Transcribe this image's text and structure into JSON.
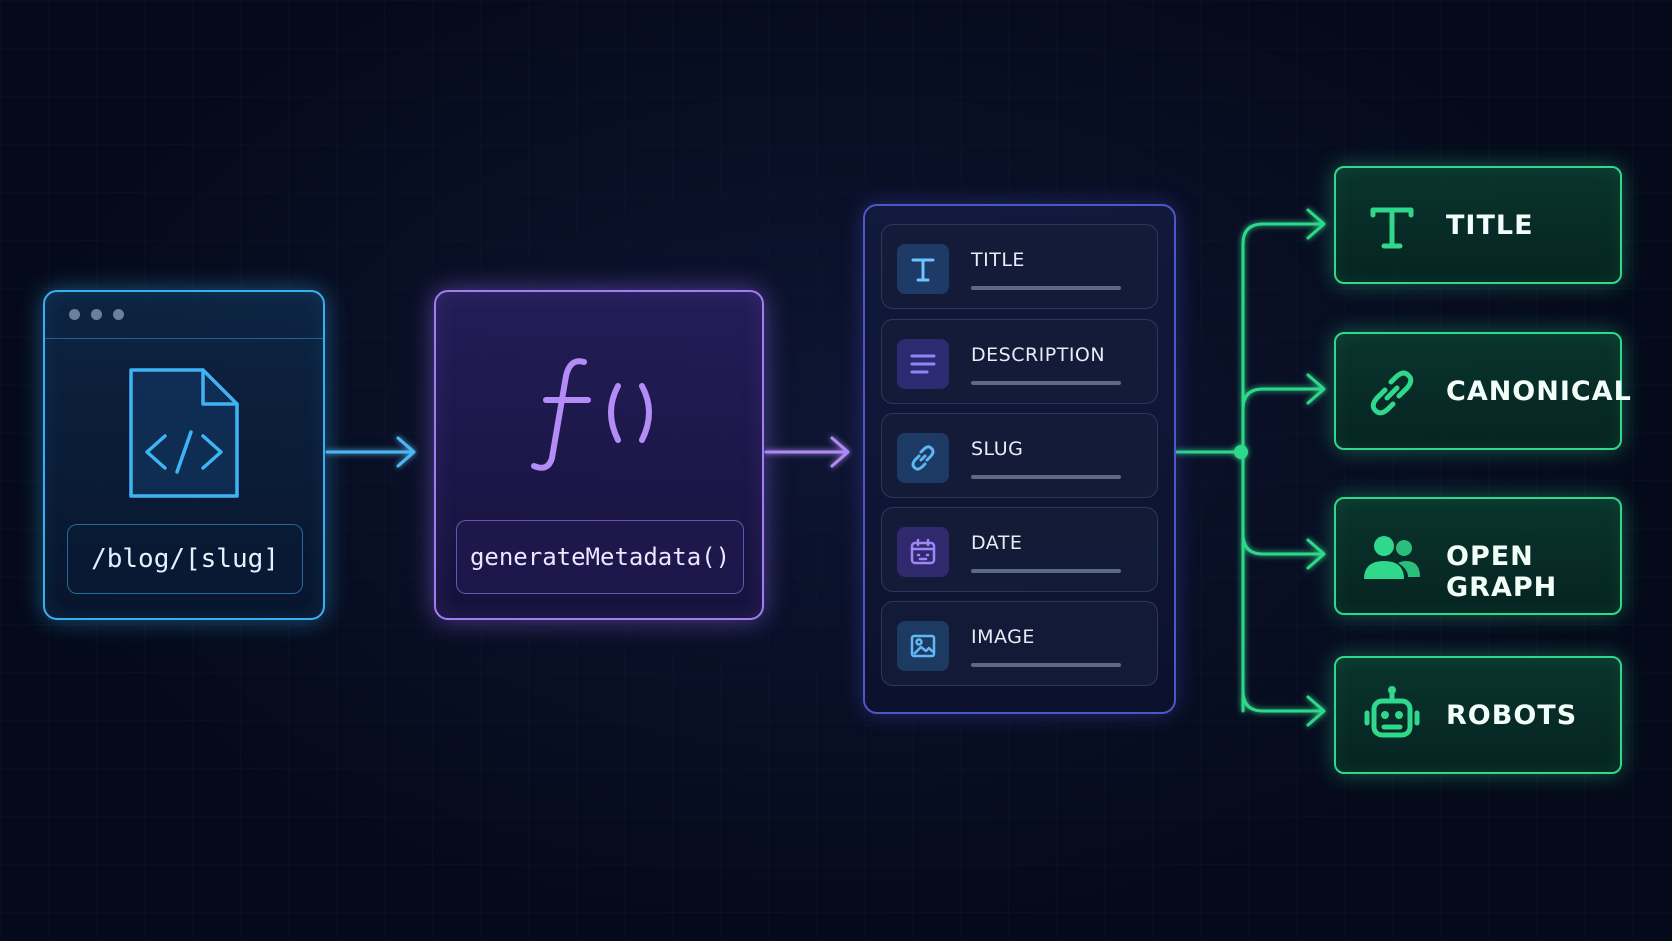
{
  "source": {
    "route": "/blog/[slug]",
    "icon": "code-file-icon"
  },
  "function": {
    "symbol": "f()",
    "call": "generateMetadata()"
  },
  "fields": [
    {
      "label": "TITLE",
      "icon": "text-t-icon"
    },
    {
      "label": "DESCRIPTION",
      "icon": "text-lines-icon"
    },
    {
      "label": "SLUG",
      "icon": "link-icon"
    },
    {
      "label": "DATE",
      "icon": "calendar-icon"
    },
    {
      "label": "IMAGE",
      "icon": "image-icon"
    }
  ],
  "outputs": [
    {
      "label": "TITLE",
      "icon": "text-t-icon"
    },
    {
      "label": "CANONICAL",
      "icon": "link-icon"
    },
    {
      "label": "OPEN GRAPH",
      "icon": "users-icon"
    },
    {
      "label": "ROBOTS",
      "icon": "robot-icon"
    }
  ],
  "colors": {
    "background": "#050a1a",
    "source": "#38b0f0",
    "function": "#a47cf2",
    "fields": "#4f56c8",
    "outputs": "#2fd88a"
  }
}
